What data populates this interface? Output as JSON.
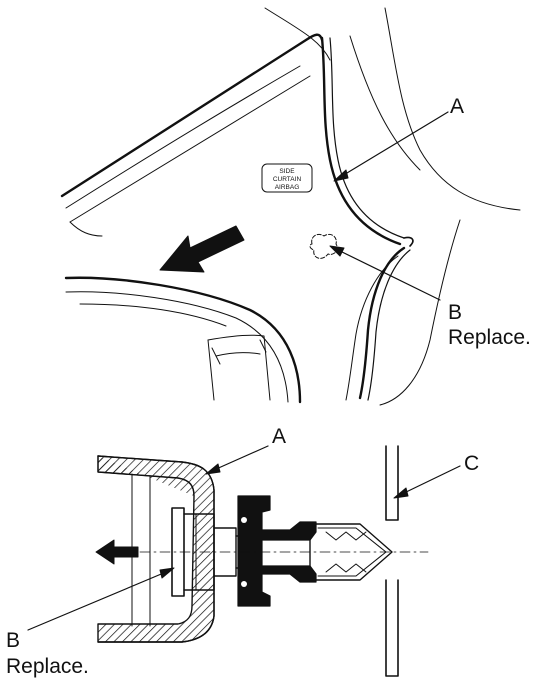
{
  "top_view": {
    "label_a": "A",
    "label_b": "B",
    "replace_note": "Replace.",
    "badge": {
      "line1": "SIDE",
      "line2": "CURTAIN",
      "line3": "AIRBAG"
    }
  },
  "bottom_view": {
    "label_a": "A",
    "label_b": "B",
    "label_c": "C",
    "replace_note": "Replace."
  },
  "colors": {
    "ink": "#111111",
    "paper": "#ffffff"
  }
}
